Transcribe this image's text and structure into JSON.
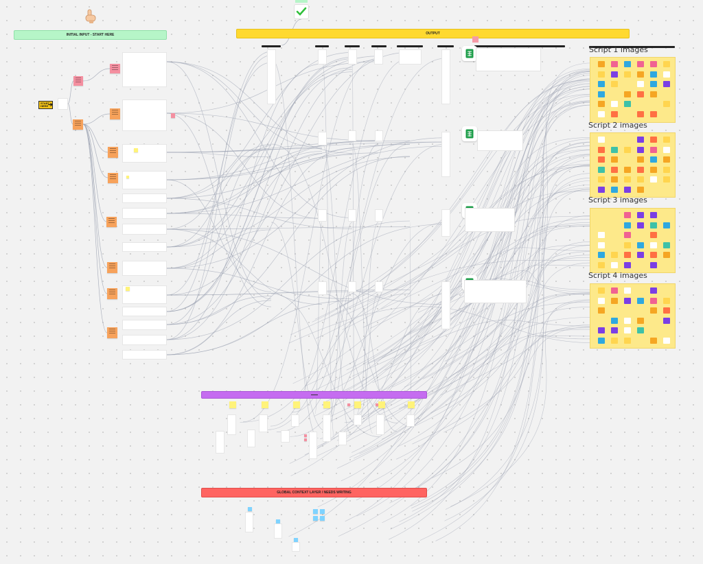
{
  "board": {
    "initial_input_label": "INITIAL INPUT - START HERE",
    "output_label": "OUTPUT",
    "global_context_label": "GLOBAL CONTEXT LAYER / NEEDS WRITING",
    "start_badge_label": "START HERE"
  },
  "scripts": [
    {
      "label": "Script 1 images"
    },
    {
      "label": "Script 2 images"
    },
    {
      "label": "Script 3 images"
    },
    {
      "label": "Script 4 images"
    }
  ],
  "colors": {
    "initial_input": "#b6f5c8",
    "output": "#ffd930",
    "purple_bar": "#c56cf0",
    "global_context": "#ff6461",
    "script_panel": "#fde98a",
    "sheet_green": "#1e9e4a",
    "connector": "#9aa0b0"
  },
  "icons": [
    "pointing-hand-icon",
    "checkmark-icon",
    "spreadsheet-icon",
    "arrow-right-icon"
  ]
}
